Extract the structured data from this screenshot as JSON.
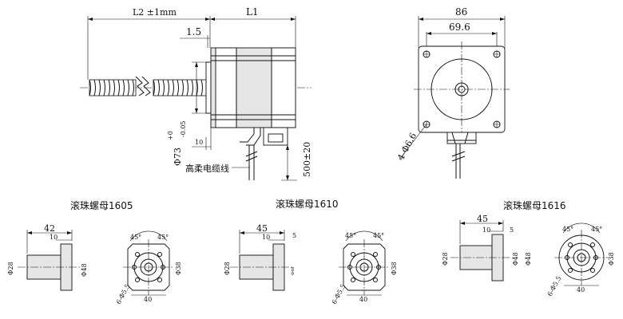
{
  "motor": {
    "dim_L2": "L2 ±1mm",
    "dim_L1": "L1",
    "dim_gap": "1.5",
    "dim_10": "10",
    "dim_shaft_dia": "Φ73",
    "dim_tol_upper": "+0",
    "dim_tol_lower": "-0.05",
    "cable_label": "高柔电缆线",
    "cable_len": "500±20"
  },
  "front": {
    "dim_86": "86",
    "dim_69": "69.6",
    "holes": "4-Φ6.6"
  },
  "nuts": [
    {
      "title": "滚珠螺母1605",
      "len": "42",
      "flange": "10",
      "dia": "Φ28",
      "flange_dia": "Φ48",
      "angle1": "45°",
      "angle2": "45°",
      "side_dia": "Φ38",
      "holes": "6-Φ5.5",
      "pcd": "40"
    },
    {
      "title": "滚珠螺母1610",
      "len": "45",
      "flange": "10",
      "gap": "5",
      "dia": "Φ28",
      "flange_dia": "Φ48",
      "angle1": "45°",
      "angle2": "45°",
      "side_dia": "Φ38",
      "holes": "6-Φ5.5",
      "pcd": "40"
    },
    {
      "title": "滚珠螺母1616",
      "len": "45",
      "flange": "10",
      "gap": "5",
      "dia": "Φ28",
      "flange_dia": "Φ48",
      "angle1": "45°",
      "angle2": "45°",
      "side_dia": "Φ38",
      "holes": "6-Φ5.5",
      "pcd": "40"
    }
  ]
}
